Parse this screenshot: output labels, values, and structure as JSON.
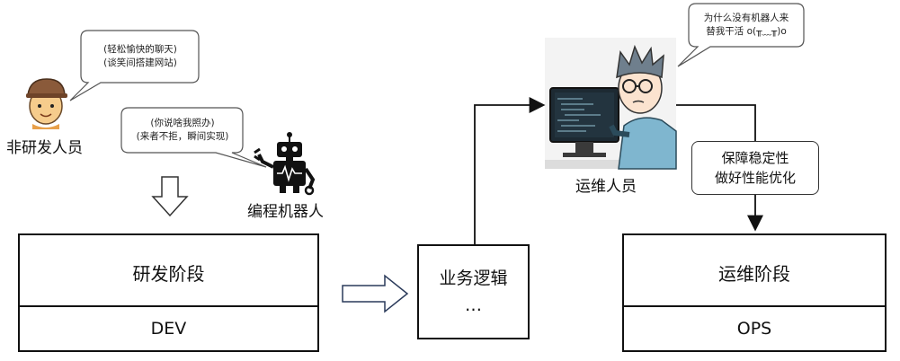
{
  "bubbles": {
    "nondev_lines": [
      "(轻松愉快的聊天)",
      "(谈笑间搭建网站)"
    ],
    "robot_lines": [
      "(你说啥我照办)",
      "(来者不拒，瞬间实现)"
    ],
    "ops_lines": [
      "为什么没有机器人来",
      "替我干活 o(╥﹏╥)o"
    ]
  },
  "actors": {
    "nondev_label": "非研发人员",
    "robot_label": "编程机器人",
    "ops_label": "运维人员"
  },
  "stages": {
    "dev_title": "研发阶段",
    "dev_sub": "DEV",
    "ops_title": "运维阶段",
    "ops_sub": "OPS"
  },
  "middle": {
    "line1": "业务逻辑",
    "line2": "…"
  },
  "callout": {
    "line1": "保障稳定性",
    "line2": "做好性能优化"
  },
  "icons": [
    "person-avatar-icon",
    "robot-icon",
    "programmer-at-computer-icon",
    "hollow-down-arrow-icon",
    "hollow-right-arrow-icon"
  ]
}
